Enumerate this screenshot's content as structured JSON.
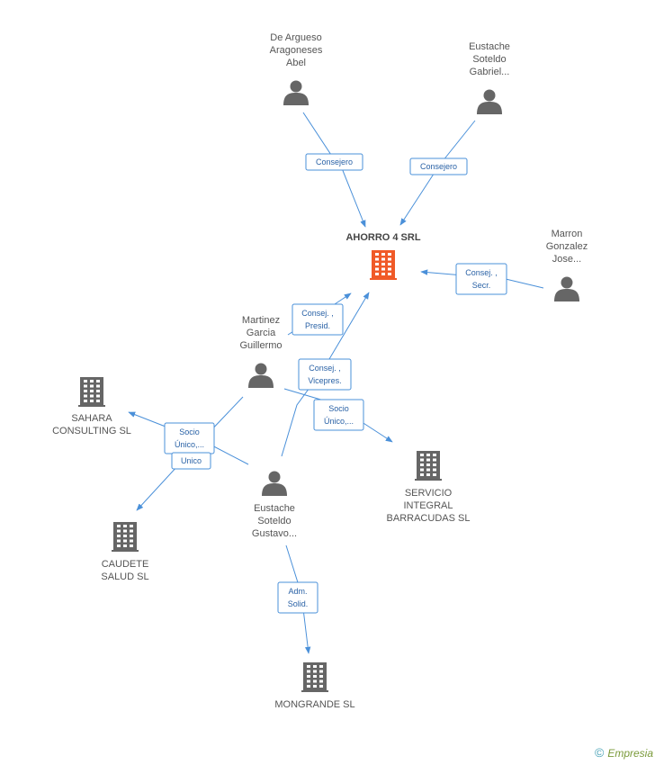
{
  "colors": {
    "edge": "#4a90d9",
    "person": "#666666",
    "company": "#666666",
    "main_company": "#f05a28"
  },
  "nodes": [
    {
      "id": "ahorro",
      "type": "company-main",
      "icon": "building-icon",
      "label": [
        "AHORRO 4 SRL"
      ]
    },
    {
      "id": "dearg",
      "type": "person",
      "icon": "person-icon",
      "label": [
        "De Argueso",
        "Aragoneses",
        "Abel"
      ]
    },
    {
      "id": "eus_gab",
      "type": "person",
      "icon": "person-icon",
      "label": [
        "Eustache",
        "Soteldo",
        "Gabriel..."
      ]
    },
    {
      "id": "marron",
      "type": "person",
      "icon": "person-icon",
      "label": [
        "Marron",
        "Gonzalez",
        "Jose..."
      ]
    },
    {
      "id": "martinez",
      "type": "person",
      "icon": "person-icon",
      "label": [
        "Martinez",
        "Garcia",
        "Guillermo"
      ]
    },
    {
      "id": "eus_gus",
      "type": "person",
      "icon": "person-icon",
      "label": [
        "Eustache",
        "Soteldo",
        "Gustavo..."
      ]
    },
    {
      "id": "sahara",
      "type": "company",
      "icon": "building-icon",
      "label": [
        "SAHARA",
        "CONSULTING  SL"
      ]
    },
    {
      "id": "servicio",
      "type": "company",
      "icon": "building-icon",
      "label": [
        "SERVICIO",
        "INTEGRAL",
        "BARRACUDAS SL"
      ]
    },
    {
      "id": "caudete",
      "type": "company",
      "icon": "building-icon",
      "label": [
        "CAUDETE",
        "SALUD SL"
      ]
    },
    {
      "id": "mongrande",
      "type": "company",
      "icon": "building-icon",
      "label": [
        "MONGRANDE SL"
      ]
    }
  ],
  "edges": [
    {
      "from": "dearg",
      "to": "ahorro",
      "label": [
        "Consejero"
      ]
    },
    {
      "from": "eus_gab",
      "to": "ahorro",
      "label": [
        "Consejero"
      ]
    },
    {
      "from": "marron",
      "to": "ahorro",
      "label": [
        "Consej. ,",
        "Secr."
      ]
    },
    {
      "from": "martinez",
      "to": "ahorro",
      "label": [
        "Consej. ,",
        "Presid."
      ]
    },
    {
      "from": "eus_gus",
      "to": "ahorro",
      "label": [
        "Consej. ,",
        "Vicepres."
      ]
    },
    {
      "from": "martinez",
      "to": "servicio",
      "label": [
        "Socio",
        "Único,..."
      ]
    },
    {
      "from": "eus_gus",
      "to": "sahara",
      "label": [
        "Socio",
        "Único,..."
      ]
    },
    {
      "from": "martinez",
      "to": "caudete",
      "label": [
        "Unico"
      ]
    },
    {
      "from": "eus_gus",
      "to": "mongrande",
      "label": [
        "Adm.",
        "Solid."
      ]
    }
  ],
  "watermark": {
    "symbol": "©",
    "text": "Empresia"
  }
}
